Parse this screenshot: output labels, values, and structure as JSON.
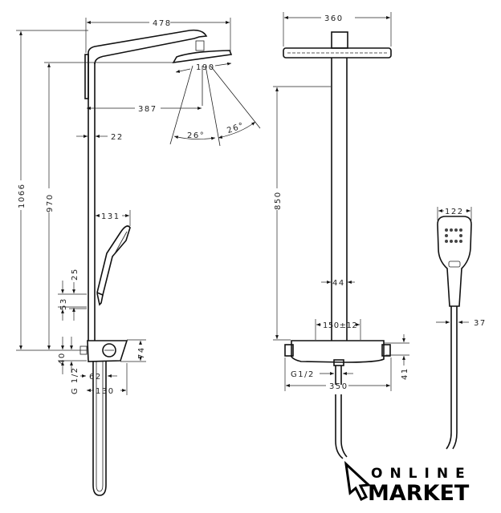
{
  "side_view": {
    "width": "478",
    "head_diameter": "190",
    "arm_projection": "387",
    "pole_diameter": "22",
    "angle_left": "26°",
    "angle_right": "26°",
    "total_height": "1066",
    "head_height": "970",
    "hand_shower_projection": "131",
    "dim_25": "25",
    "dim_53": "53",
    "dim_40": "40",
    "connection": "G 1/2",
    "dim_62": "62",
    "thermostat_width": "130",
    "thermostat_height": "74"
  },
  "front_view": {
    "head_width": "360",
    "head_height": "850",
    "pole_width": "44",
    "connection_spacing": "150±12",
    "connection": "G1/2",
    "thermostat_width": "350",
    "thermostat_depth": "41"
  },
  "hand_shower_view": {
    "head_width": "122",
    "handle_width": "37"
  },
  "logo": {
    "line1": "ONLINE",
    "line2": "MARKET"
  }
}
